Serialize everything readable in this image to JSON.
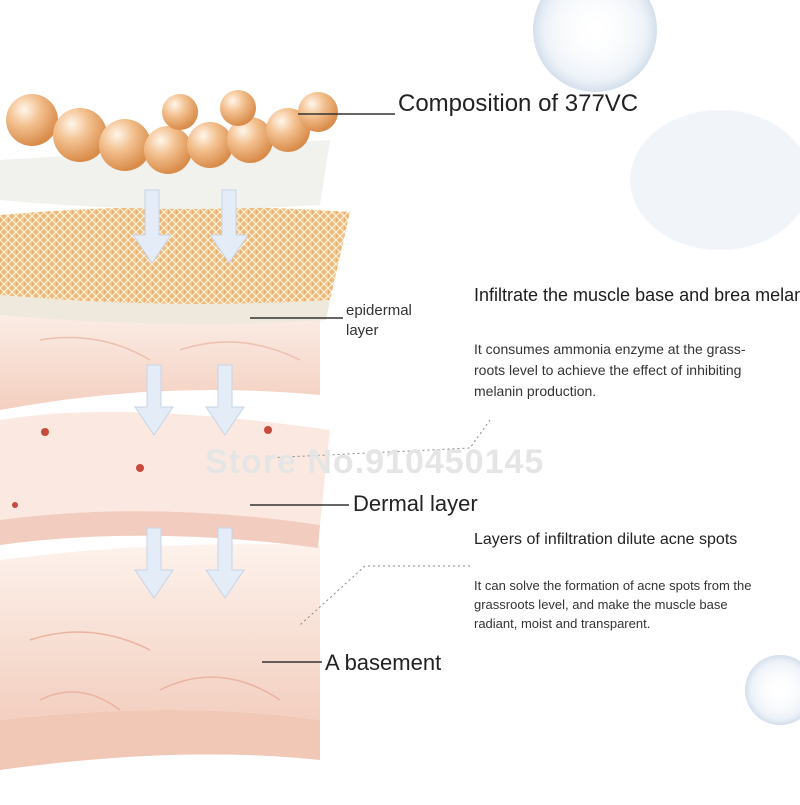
{
  "labels": {
    "composition": "Composition of 377VC",
    "epidermal": "epidermal layer",
    "dermal": "Dermal layer",
    "basement": "A basement"
  },
  "infiltrate": {
    "heading": "Infiltrate the muscle base and brea melanin.",
    "body": "It consumes ammonia enzyme at the grass-roots level to achieve the effect of inhibiting melanin production."
  },
  "acne": {
    "heading": "Layers of infiltration dilute acne spots",
    "body": "It can solve the formation of acne spots from the grassroots level, and make the muscle base radiant, moist and transparent."
  },
  "watermark": "Store No.910450145",
  "colors": {
    "capsule": "#f0b47c",
    "mesh": "#d89a52",
    "skin_light": "#fbeae2",
    "skin_dark": "#f2cabb",
    "arrow": "#e6edf7",
    "red_dot": "#c84a3c"
  }
}
